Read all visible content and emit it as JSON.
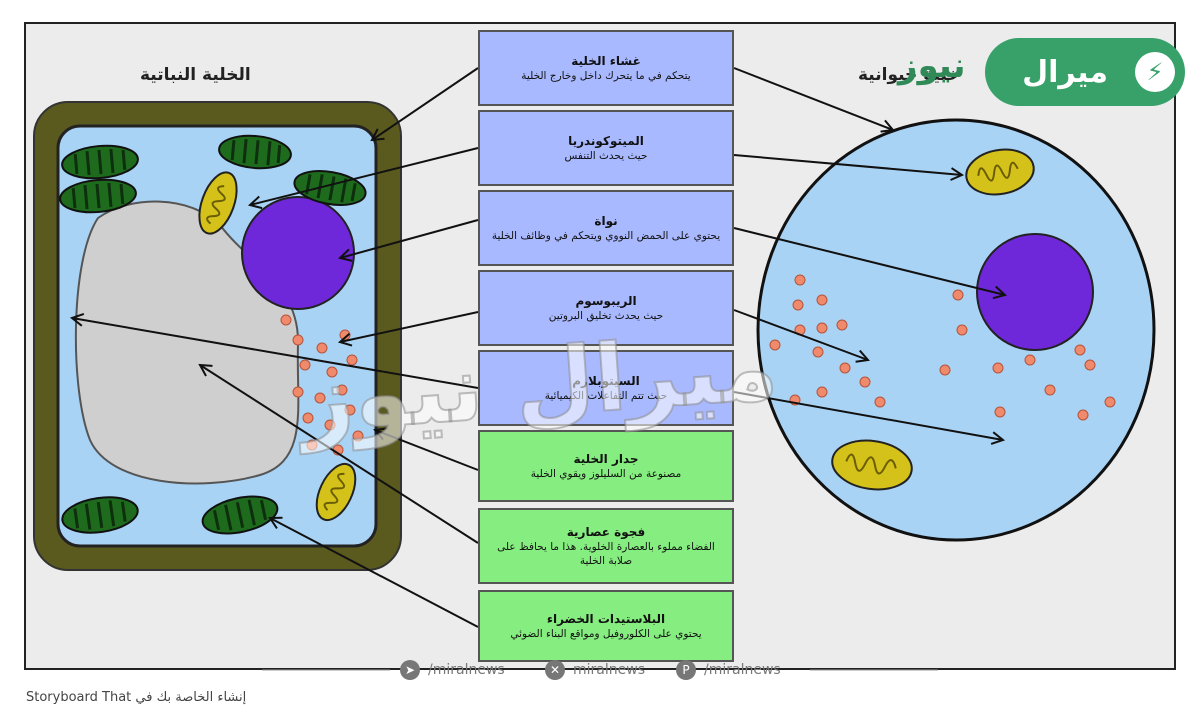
{
  "diagram": {
    "plant_title": "الخلية النباتية",
    "animal_title": "خلية حيوانية",
    "labels": [
      {
        "title": "غشاء الخلية",
        "desc": "يتحكم في ما يتحرك داخل وخارج الخلية",
        "color": "blue"
      },
      {
        "title": "الميتوكوندريا",
        "desc": "حيث يحدث التنفس",
        "color": "blue"
      },
      {
        "title": "نواة",
        "desc": "يحتوي على الحمض النووي ويتحكم في وظائف الخلية",
        "color": "blue"
      },
      {
        "title": "الريبوسوم",
        "desc": "حيث يحدث تخليق البروتين",
        "color": "blue"
      },
      {
        "title": "السيتوبلازم",
        "desc": "حيث تتم التفاعلات الكيميائية",
        "color": "blue"
      },
      {
        "title": "جدار الخلية",
        "desc": "مصنوعة من السليلوز ويقوي الخلية",
        "color": "green"
      },
      {
        "title": "فجوة عصارية",
        "desc": "الفضاء مملوء بالعصارة الخلوية. هذا ما يحافظ على صلابة الخلية",
        "color": "green"
      },
      {
        "title": "البلاستيدات الخضراء",
        "desc": "يحتوي على الكلوروفيل ومواقع البناء الضوئي",
        "color": "green"
      }
    ]
  },
  "branding": {
    "logo_text": "ميرال",
    "logo_suffix": "نيوز",
    "watermark": "ميرال نيوز",
    "social": [
      "/miralnews",
      "miralnews",
      "/miralnews"
    ]
  },
  "caption": "Storyboard That إنشاء الخاصة بك في",
  "colors": {
    "cell_wall": "#5b5a1e",
    "cytoplasm": "#a9d3f5",
    "nucleus": "#6f28d9",
    "vacuole": "#cfcfcf",
    "chloroplast": "#1e6b1e",
    "mitochondria": "#d4c21a",
    "ribosome": "#ef8a6c",
    "accent": "#38a169"
  }
}
